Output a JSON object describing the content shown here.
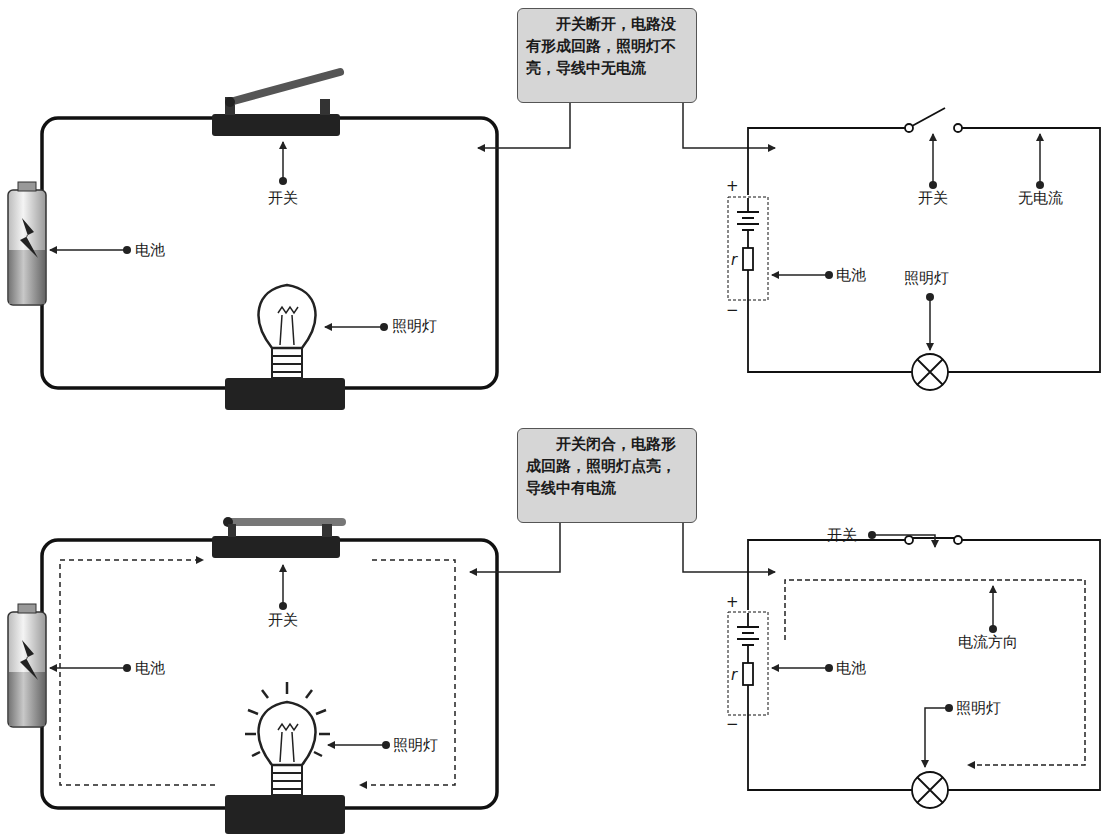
{
  "diagram": {
    "nodes": [
      {
        "text": [
          "开关断开，电路没有形成回路，照明灯不亮，导线中无电流"
        ]
      },
      {
        "text": [
          "开关闭合，电路形成回路，照明灯点亮，导线中有电流"
        ]
      }
    ],
    "labels": [
      "开关",
      "电池",
      "照明灯",
      "+",
      "r",
      "−",
      "开关",
      "无电流",
      "电池",
      "照明灯",
      "开关",
      "电池",
      "照明灯",
      "开关",
      "+",
      "电流方向",
      "电池",
      "r",
      "−",
      "照明灯"
    ]
  }
}
